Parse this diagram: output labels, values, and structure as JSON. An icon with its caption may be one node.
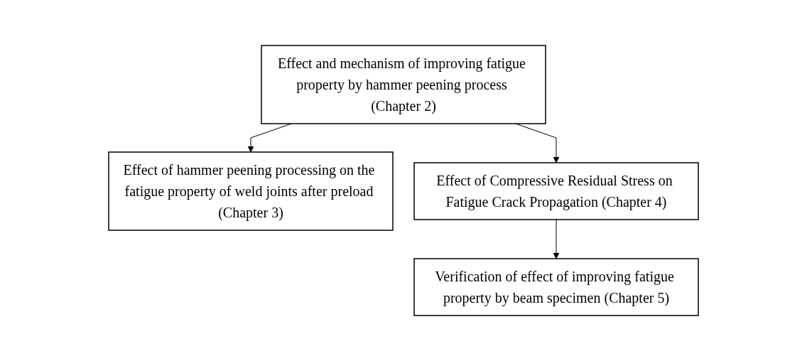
{
  "diagram": {
    "nodes": [
      {
        "text": [
          "Effect and mechanism of improving fatigue property by hammer peening process (Chapter 2)"
        ]
      },
      {
        "text": [
          "Effect of hammer peening processing on the fatigue property of weld joints after preload (Chapter 3)"
        ]
      },
      {
        "text": [
          "Effect of Compressive Residual Stress on Fatigue Crack Propagation (Chapter 4)"
        ]
      },
      {
        "text": [
          "Verification of effect of improving fatigue property by beam specimen (Chapter 5)"
        ]
      }
    ],
    "edges": [
      {
        "from": 0,
        "to": 1,
        "arrow": "to"
      },
      {
        "from": 0,
        "to": 2,
        "arrow": "to"
      },
      {
        "from": 2,
        "to": 3,
        "arrow": "to"
      }
    ]
  }
}
